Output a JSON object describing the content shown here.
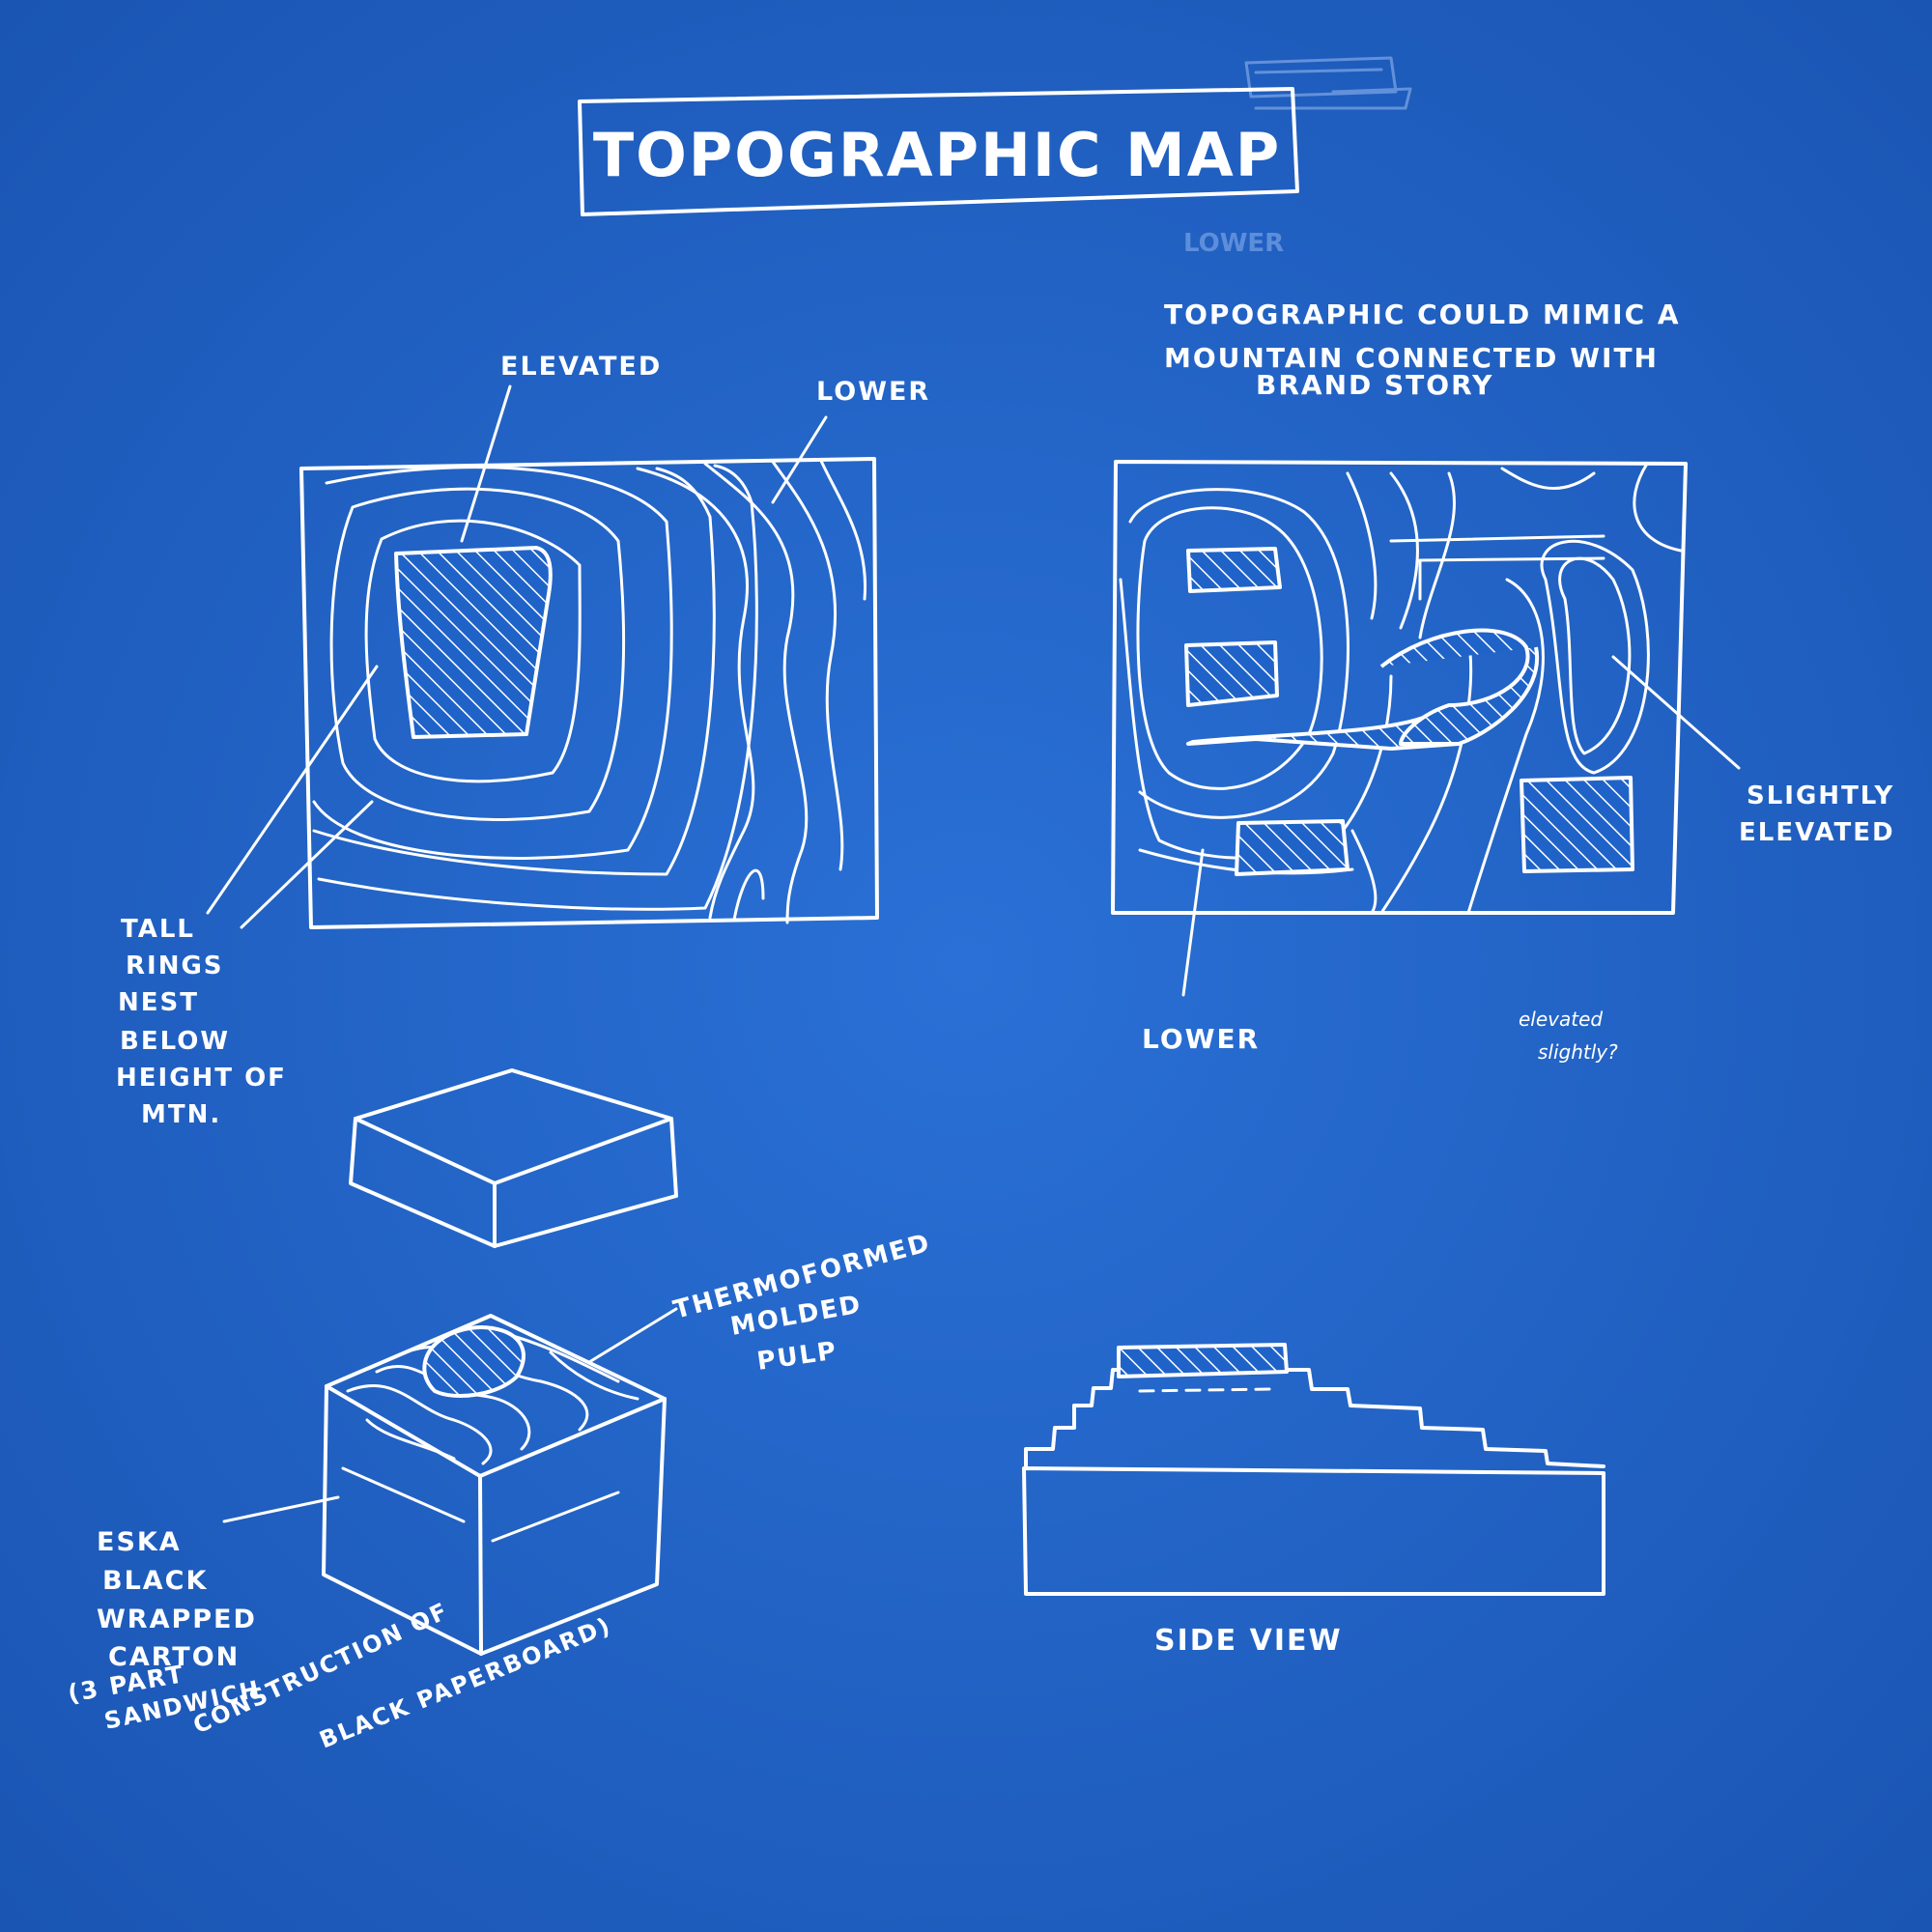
{
  "title": "TOPOGRAPHIC MAP",
  "faint_note": "LOWER",
  "left_map": {
    "label_elevated": "ELEVATED",
    "label_lower": "LOWER",
    "note_lines": [
      "TALL",
      "RINGS",
      "NEST",
      "BELOW",
      "HEIGHT OF",
      "MTN."
    ]
  },
  "right_map": {
    "concept_lines": [
      "TOPOGRAPHIC COULD MIMIC A",
      "MOUNTAIN CONNECTED WITH",
      "BRAND STORY"
    ],
    "label_slightly_elevated": [
      "SLIGHTLY",
      "ELEVATED"
    ],
    "label_lower": "LOWER",
    "question_lines": [
      "elevated",
      "slightly?"
    ]
  },
  "box": {
    "insert_lines": [
      "THERMOFORMED",
      "MOLDED",
      "PULP"
    ],
    "carton_lines": [
      "ESKA",
      "BLACK",
      "WRAPPED",
      "CARTON",
      "(3 PART",
      "SANDWICH"
    ],
    "construction_lines": [
      "CONSTRUCTION OF",
      "BLACK PAPERBOARD)"
    ]
  },
  "side_view": {
    "label": "SIDE VIEW"
  },
  "colors": {
    "paper": "#1f63c9",
    "ink": "#ffffff",
    "faint_ink": "#8fb4ee"
  }
}
